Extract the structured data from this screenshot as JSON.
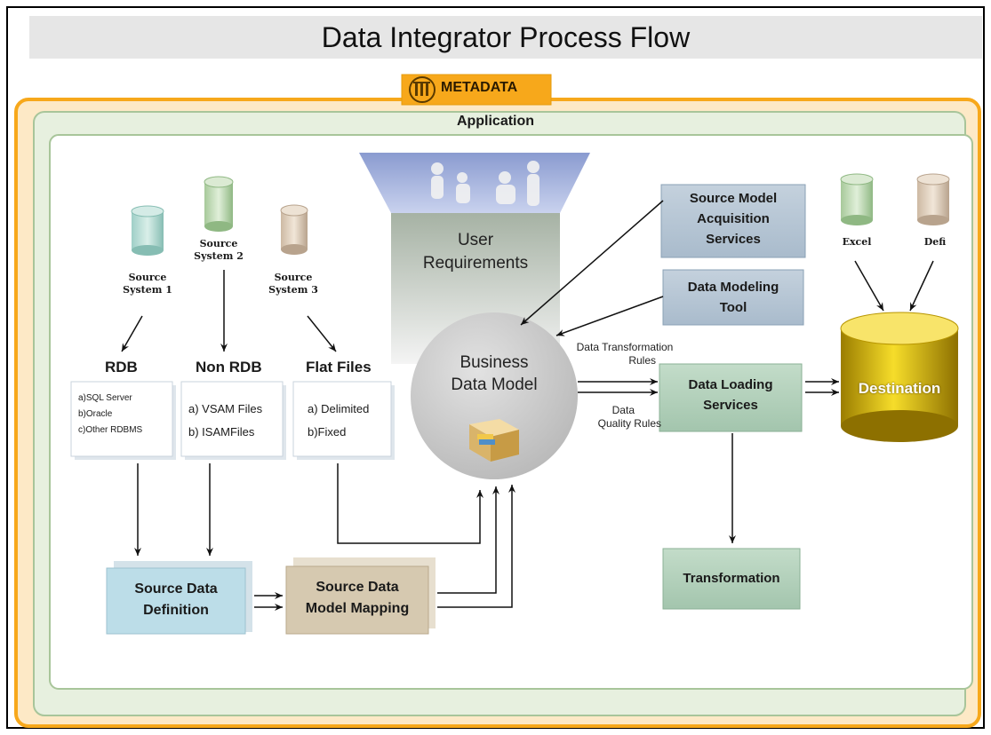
{
  "title": "Data Integrator Process Flow",
  "metadata_label": "METADATA",
  "application_label": "Application",
  "user_requirements": {
    "line1": "User",
    "line2": "Requirements"
  },
  "business_data_model": {
    "line1": "Business",
    "line2": "Data Model"
  },
  "sources": [
    {
      "line1": "Source",
      "line2": "System 1"
    },
    {
      "line1": "Source",
      "line2": "System 2"
    },
    {
      "line1": "Source",
      "line2": "System 3"
    }
  ],
  "categories": [
    {
      "heading": "RDB",
      "items": [
        "a)SQL Server",
        "b)Oracle",
        "c)Other RDBMS"
      ]
    },
    {
      "heading": "Non RDB",
      "items": [
        "a) VSAM Files",
        "b) ISAMFiles"
      ]
    },
    {
      "heading": "Flat Files",
      "items": [
        "a) Delimited",
        "b)Fixed"
      ]
    }
  ],
  "source_data_definition": {
    "line1": "Source Data",
    "line2": "Definition"
  },
  "source_data_model_mapping": {
    "line1": "Source Data",
    "line2": "Model Mapping"
  },
  "source_model_acquisition": {
    "line1": "Source Model",
    "line2": "Acquisition",
    "line3": "Services"
  },
  "data_modeling_tool": {
    "line1": "Data  Modeling",
    "line2": "Tool"
  },
  "data_loading_services": {
    "line1": "Data Loading",
    "line2": "Services"
  },
  "transformation": "Transformation",
  "data_transformation_rules": {
    "line1": "Data Transformation",
    "line2": "Rules"
  },
  "data_quality_rules": {
    "line1": "Data",
    "line2": "Quality Rules"
  },
  "excel_label": "Excel",
  "defi_label": "Defi",
  "destination_label": "Destination",
  "colors": {
    "metadata_orange": "#f7a81b",
    "application_green": "#e7f0df",
    "source_def_blue": "#bcdde8",
    "mapping_tan": "#d6c9b0",
    "service_blue": "#b7c7d6",
    "loading_green": "#b6d0bf",
    "destination_yellow": "#e8c400"
  }
}
